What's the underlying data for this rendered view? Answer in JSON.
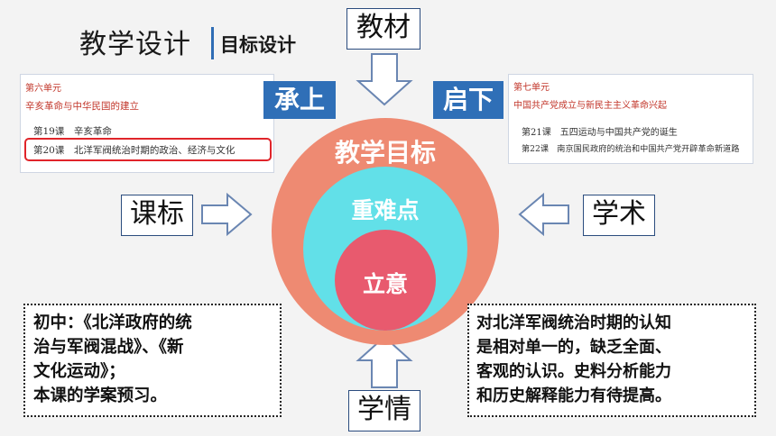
{
  "header": {
    "title": "教学设计",
    "subtitle": "目标设计"
  },
  "left_textbook": {
    "unit": "第六单元",
    "unit_title": "辛亥革命与中华民国的建立",
    "lessons": [
      "第19课　辛亥革命",
      "第20课　北洋军阀统治时期的政治、经济与文化"
    ]
  },
  "right_textbook": {
    "unit": "第七单元",
    "unit_title": "中国共产党成立与新民主主义革命兴起",
    "lessons": [
      "第21课　五四运动与中国共产党的诞生",
      "第22课　南京国民政府的统治和中国共产党开辟革命新道路"
    ]
  },
  "labels": {
    "top": "教材",
    "left": "课标",
    "right": "学术",
    "bottom": "学情",
    "prev": "承上",
    "next": "启下"
  },
  "circles": {
    "outer": "教学目标",
    "middle": "重难点",
    "inner": "立意"
  },
  "notes": {
    "left": [
      "初中：《北洋政府的统",
      "治与军阀混战》、《新",
      "文化运动》；",
      "本课的学案预习。"
    ],
    "right": [
      "对北洋军阀统治时期的认知",
      "是相对单一的，缺乏全面、",
      "客观的认识。史料分析能力",
      "和历史解释能力有待提高。"
    ]
  },
  "colors": {
    "outer_circle": "#ee8a72",
    "middle_circle": "#62e0e8",
    "inner_circle": "#e85a6e",
    "accent_blue": "#2f6fb7",
    "highlight_red": "#e0242a"
  }
}
